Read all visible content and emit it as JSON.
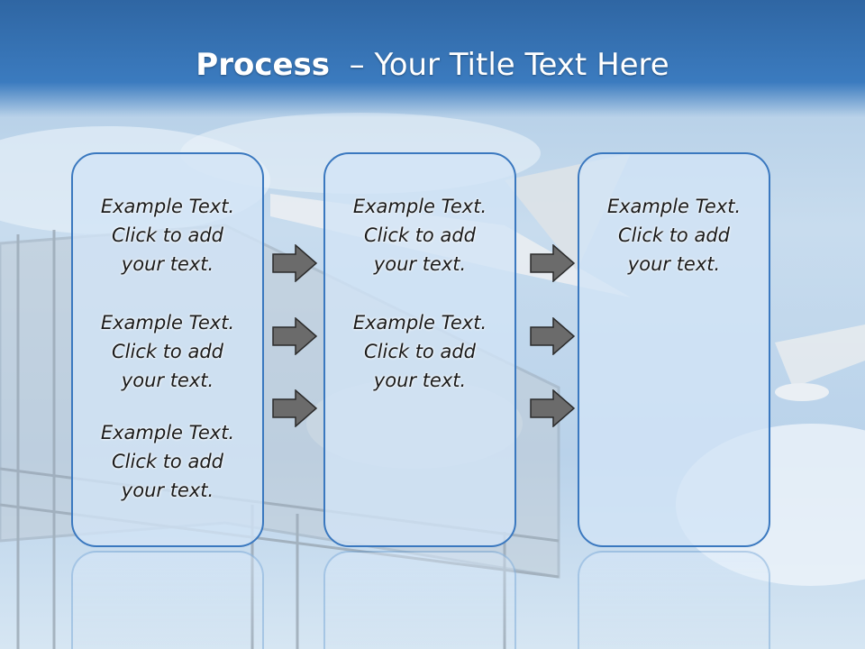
{
  "title": {
    "bold": "Process",
    "rest": "  – Your Title Text Here"
  },
  "columns": [
    {
      "items": [
        "Example Text.\nClick  to add\nyour text.",
        "Example Text.\nClick  to add\nyour text.",
        "Example Text.\nClick  to add\nyour text."
      ]
    },
    {
      "items": [
        "Example Text.\nClick  to add\nyour text.",
        "Example Text.\nClick  to add\nyour text."
      ]
    },
    {
      "items": [
        "Example Text.\nClick  to add\nyour text."
      ]
    }
  ],
  "arrow_color": "#6b6b6b",
  "box_border_color": "#3a78bf"
}
